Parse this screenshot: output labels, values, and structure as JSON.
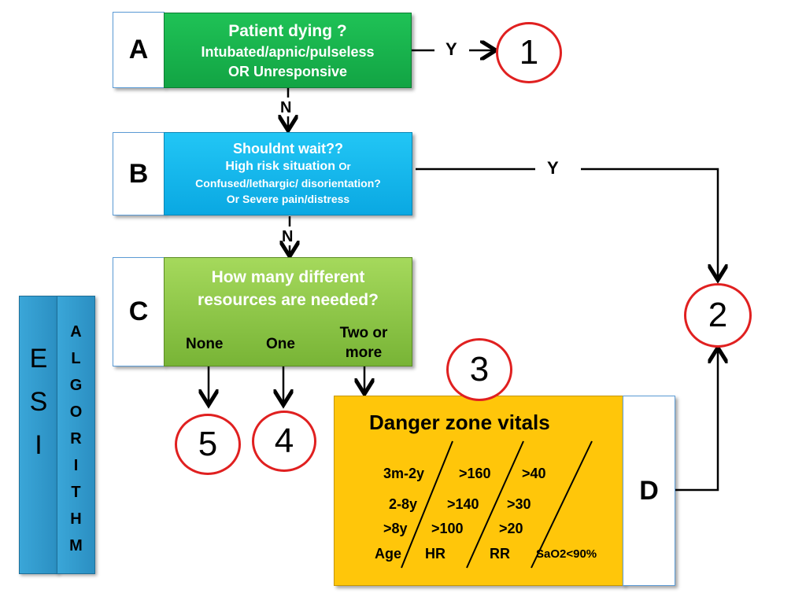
{
  "esi_column": [
    "E",
    "S",
    "I"
  ],
  "algorithm_column": [
    "A",
    "L",
    "G",
    "O",
    "R",
    "I",
    "T",
    "H",
    "M"
  ],
  "box_a": {
    "letter": "A",
    "line1": "Patient dying ?",
    "line2": "Intubated/apnic/pulseless",
    "line3": "OR Unresponsive"
  },
  "box_b": {
    "letter": "B",
    "line1": "Shouldnt wait??",
    "line2a": "High risk situation",
    "line2b": "Or",
    "line3": "Confused/lethargic/ disorientation?",
    "line4": "Or Severe pain/distress"
  },
  "box_c": {
    "letter": "C",
    "line1": "How many different",
    "line2": "resources are needed?",
    "opt_none": "None",
    "opt_one": "One",
    "opt_two_a": "Two or",
    "opt_two_b": "more"
  },
  "box_d": {
    "letter": "D",
    "title": "Danger zone vitals",
    "rows": [
      {
        "age": "3m-2y",
        "hr": ">160",
        "rr": ">40"
      },
      {
        "age": "2-8y",
        "hr": ">140",
        "rr": ">30"
      },
      {
        "age": ">8y",
        "hr": ">100",
        "rr": ">20"
      }
    ],
    "header_age": "Age",
    "header_hr": "HR",
    "header_rr": "RR",
    "header_sao2": "SaO2<90%"
  },
  "edges": {
    "a_yes": "Y",
    "a_no": "N",
    "b_yes": "Y",
    "b_no": "N"
  },
  "outcomes": {
    "c1": "1",
    "c2": "2",
    "c3": "3",
    "c4": "4",
    "c5": "5"
  },
  "colors": {
    "box_a": "#16b04c",
    "box_b": "#12b5ec",
    "box_c": "#8cc63f",
    "box_d": "#ffc60a",
    "circle_border": "#e02020",
    "esi_bar": "#3aa6d8"
  }
}
